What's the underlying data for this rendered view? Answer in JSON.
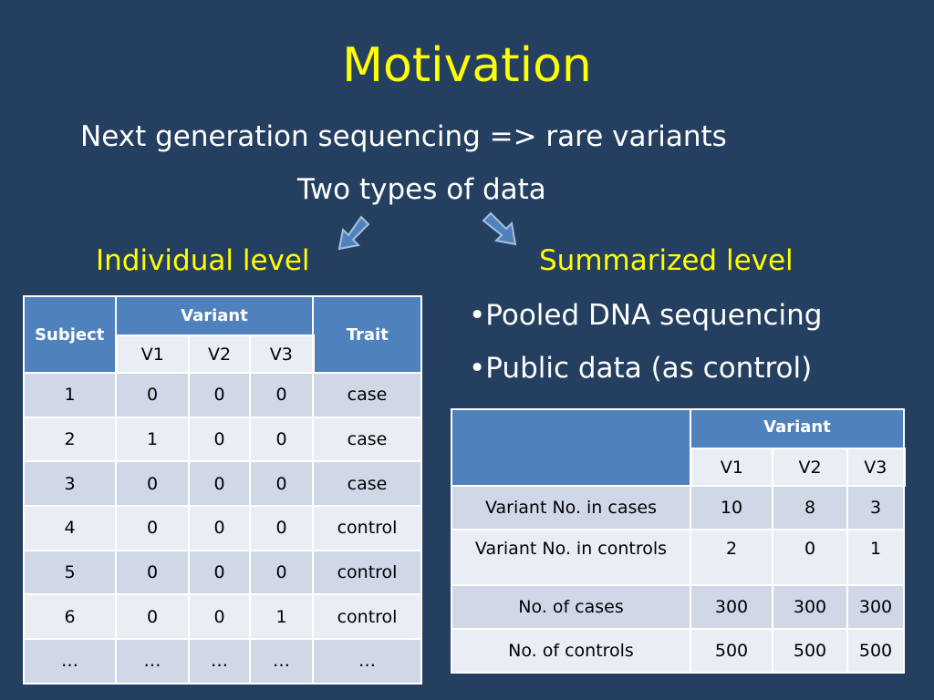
{
  "slide": {
    "title": "Motivation",
    "line1": "Next generation sequencing =>  rare variants",
    "line2": "Two types of data",
    "left_heading": "Individual level",
    "right_heading": "Summarized  level",
    "bullets": [
      "•Pooled DNA sequencing",
      "•Public data (as control)"
    ],
    "colors": {
      "background": "#243f60",
      "heading": "#ffff00",
      "header_fill": "#4f81bd",
      "row_light": "#e9edf4",
      "row_dark": "#d0d8e8",
      "arrow": "#4f81bd"
    },
    "icons": [
      "arrow-down-left-icon",
      "arrow-down-right-icon"
    ]
  },
  "individual_table": {
    "headers": {
      "subject": "Subject",
      "variant": "Variant",
      "trait": "Trait",
      "variants": [
        "V1",
        "V2",
        "V3"
      ]
    },
    "rows": [
      [
        "1",
        "0",
        "0",
        "0",
        "case"
      ],
      [
        "2",
        "1",
        "0",
        "0",
        "case"
      ],
      [
        "3",
        "0",
        "0",
        "0",
        "case"
      ],
      [
        "4",
        "0",
        "0",
        "0",
        "control"
      ],
      [
        "5",
        "0",
        "0",
        "0",
        "control"
      ],
      [
        "6",
        "0",
        "0",
        "1",
        "control"
      ],
      [
        "…",
        "…",
        "…",
        "…",
        "…"
      ]
    ]
  },
  "summary_table": {
    "headers": {
      "corner": "",
      "variant": "Variant",
      "variants": [
        "V1",
        "V2",
        "V3"
      ]
    },
    "rows": [
      [
        "Variant No. in cases",
        "10",
        "8",
        "3"
      ],
      [
        "Variant No. in controls",
        "2",
        "0",
        "1"
      ],
      [
        "No. of cases",
        "300",
        "300",
        "300"
      ],
      [
        "No. of controls",
        "500",
        "500",
        "500"
      ]
    ]
  }
}
